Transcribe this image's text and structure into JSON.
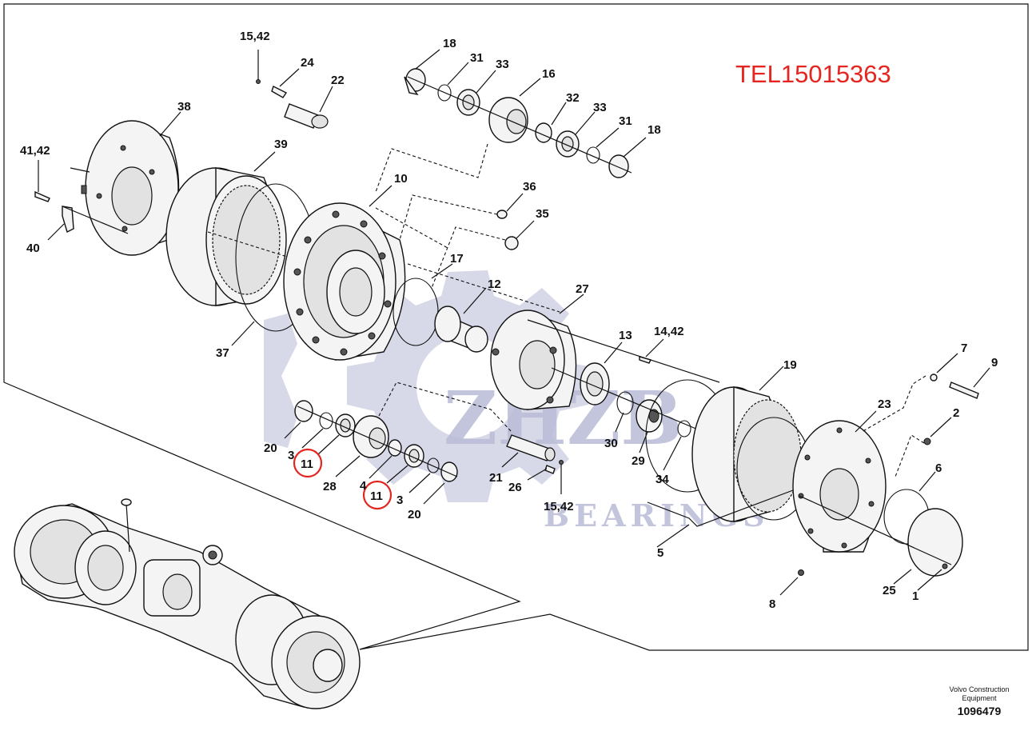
{
  "document_id": "TEL15015363",
  "watermark": {
    "big": "ZHZB",
    "small": "BEARINGS"
  },
  "footer": {
    "maker_line1": "Volvo Construction",
    "maker_line2": "Equipment",
    "drawing_number": "1096479"
  },
  "highlight_color": "#e52520",
  "labels": {
    "l_15_42_top": "15,42",
    "l_24": "24",
    "l_22": "22",
    "l_38": "38",
    "l_41_42": "41,42",
    "l_39": "39",
    "l_40": "40",
    "l_10": "10",
    "l_37": "37",
    "l_18_a": "18",
    "l_31_a": "31",
    "l_33_a": "33",
    "l_16": "16",
    "l_32": "32",
    "l_33_b": "33",
    "l_31_b": "31",
    "l_18_b": "18",
    "l_36": "36",
    "l_35": "35",
    "l_17": "17",
    "l_12": "12",
    "l_27": "27",
    "l_13": "13",
    "l_14_42": "14,42",
    "l_19": "19",
    "l_7": "7",
    "l_9": "9",
    "l_23": "23",
    "l_2": "2",
    "l_20_a": "20",
    "l_3_a": "3",
    "l_11_a": "11",
    "l_28": "28",
    "l_4": "4",
    "l_11_b": "11",
    "l_3_b": "3",
    "l_20_b": "20",
    "l_21": "21",
    "l_26": "26",
    "l_15_42_bot": "15,42",
    "l_30": "30",
    "l_29": "29",
    "l_34": "34",
    "l_5": "5",
    "l_6": "6",
    "l_8": "8",
    "l_25": "25",
    "l_1": "1"
  }
}
